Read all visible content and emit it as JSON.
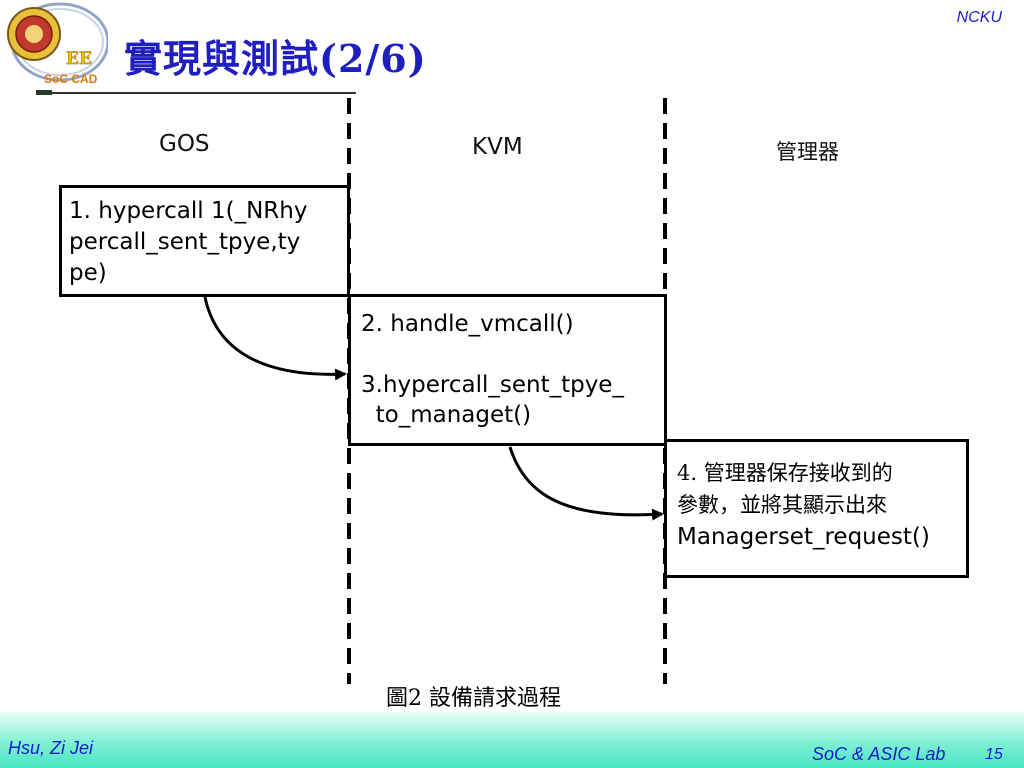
{
  "header": {
    "title": "實現與測試(2/6)",
    "brand_top": "NCKU",
    "logo": {
      "icon": "ee-soc-cad-logo",
      "text_ee": "EE",
      "text_soc": "SoC CAD"
    }
  },
  "diagram": {
    "lanes": [
      "GOS",
      "KVM",
      "管理器"
    ],
    "steps": [
      {
        "lines": [
          "1. hypercall 1(_NRhy",
          "percall_sent_tpye,ty",
          "pe)"
        ]
      },
      {
        "lines": [
          "2. handle_vmcall()",
          "",
          "3.hypercall_sent_tpye_",
          "  to_managet()"
        ]
      },
      {
        "lines": [
          "4. 管理器保存接收到的",
          "參數，並將其顯示出來",
          "Managerset_request()"
        ]
      }
    ],
    "caption": "圖2  設備請求過程"
  },
  "footer": {
    "author": "Hsu, Zi Jei",
    "lab": "SoC & ASIC Lab",
    "page": "15"
  },
  "colors": {
    "title": "#1f1fbf",
    "footer_text": "#1a1acc",
    "footer_band": "#5fecc8"
  }
}
